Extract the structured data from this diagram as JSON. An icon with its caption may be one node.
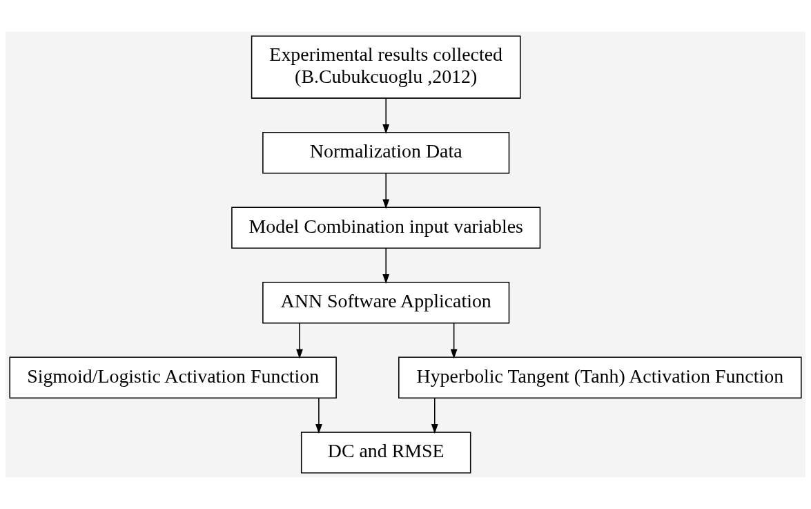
{
  "diagram": {
    "nodes": [
      {
        "text": [
          "Experimental results collected",
          "(B.Cubukcuoglu ,2012)"
        ]
      },
      {
        "text": [
          "Normalization Data"
        ]
      },
      {
        "text": [
          "Model Combination input variables"
        ]
      },
      {
        "text": [
          "ANN Software Application"
        ]
      },
      {
        "text": [
          "Sigmoid/Logistic Activation Function"
        ]
      },
      {
        "text": [
          "Hyperbolic Tangent (Tanh) Activation Function"
        ]
      },
      {
        "text": [
          "DC and RMSE"
        ]
      }
    ],
    "edges": [
      {
        "from": 0,
        "to": 1,
        "arrow": "to"
      },
      {
        "from": 1,
        "to": 2,
        "arrow": "to"
      },
      {
        "from": 2,
        "to": 3,
        "arrow": "to"
      },
      {
        "from": 3,
        "to": 4,
        "arrow": "to"
      },
      {
        "from": 3,
        "to": 5,
        "arrow": "to"
      },
      {
        "from": 4,
        "to": 6,
        "arrow": "to"
      },
      {
        "from": 5,
        "to": 6,
        "arrow": "to"
      }
    ]
  }
}
